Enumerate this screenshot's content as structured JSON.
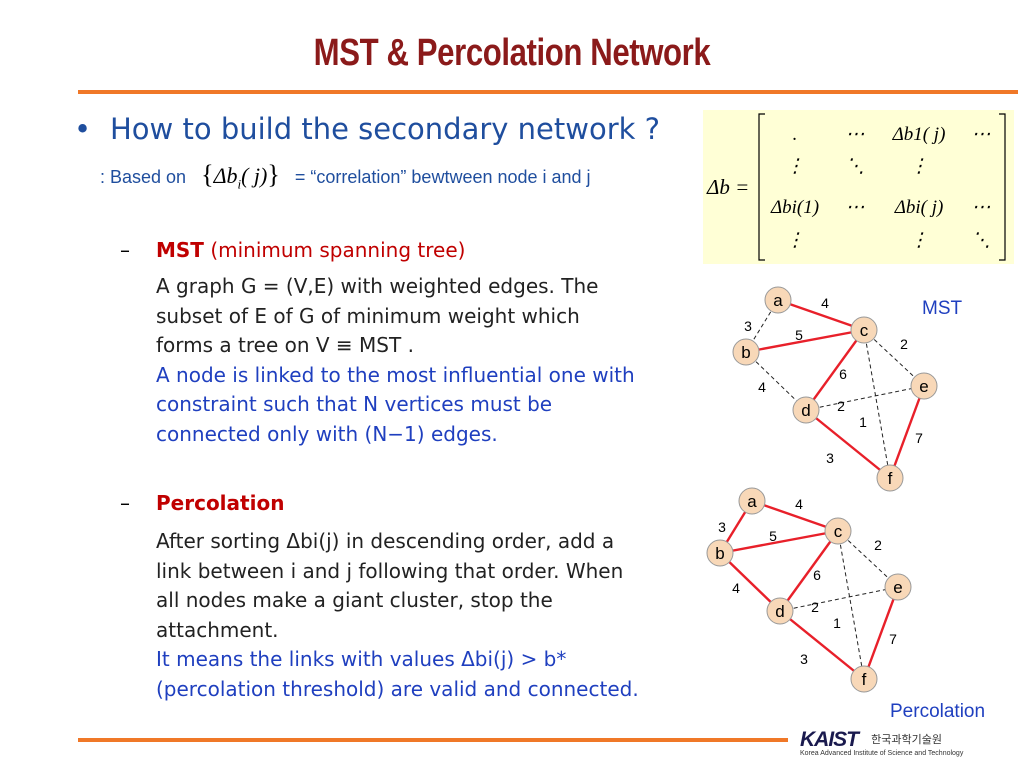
{
  "title": "MST & Percolation Network",
  "bullet_symbol": "•",
  "heading": "How to build the secondary network ?",
  "based_on": {
    "prefix": ": Based on",
    "formula": "Δbi( j)",
    "suffix": "= “correlation” bewtween node i and j"
  },
  "matrix": {
    "lhs": "Δb =",
    "rows": [
      [
        ".",
        "⋯",
        "Δb1( j)",
        "⋯"
      ],
      [
        "⋮",
        "⋱",
        "⋮",
        ""
      ],
      [
        "Δbi(1)",
        "⋯",
        "Δbi( j)",
        "⋯"
      ],
      [
        "⋮",
        "",
        "⋮",
        "⋱"
      ]
    ]
  },
  "mst": {
    "dash": "–",
    "title_bold": "MST",
    "title_rest": "(minimum spanning tree)",
    "lines_black": [
      "A graph G = (V,E) with weighted edges. The",
      "subset of E of G of minimum weight which",
      "forms a tree on V  ≡ MST ."
    ],
    "lines_blue": [
      "A node is linked to the most influential one with",
      "constraint such that N vertices must be",
      "connected only with (N−1) edges."
    ]
  },
  "percolation": {
    "dash": "–",
    "title_bold": "Percolation",
    "lines_black": [
      "After sorting Δbi(j) in descending order, add a",
      "link between i and j following that order. When",
      "all nodes make a giant cluster, stop the",
      "attachment."
    ],
    "lines_blue": [
      "It means the links with values Δbi(j) > b*",
      "(percolation threshold) are valid and connected."
    ]
  },
  "graphs": [
    {
      "caption": "MST",
      "nodes": [
        "a",
        "b",
        "c",
        "d",
        "e",
        "f"
      ],
      "edges": [
        {
          "from": "a",
          "to": "b",
          "weight": "3",
          "style": "dashed"
        },
        {
          "from": "a",
          "to": "c",
          "weight": "4",
          "style": "solid"
        },
        {
          "from": "b",
          "to": "c",
          "weight": "5",
          "style": "solid"
        },
        {
          "from": "b",
          "to": "d",
          "weight": "4",
          "style": "dashed"
        },
        {
          "from": "c",
          "to": "d",
          "weight": "6",
          "style": "solid"
        },
        {
          "from": "c",
          "to": "e",
          "weight": "2",
          "style": "dashed"
        },
        {
          "from": "c",
          "to": "f",
          "weight": "1",
          "style": "dashed"
        },
        {
          "from": "d",
          "to": "e",
          "weight": "2",
          "style": "dashed"
        },
        {
          "from": "d",
          "to": "f",
          "weight": "3",
          "style": "solid"
        },
        {
          "from": "e",
          "to": "f",
          "weight": "7",
          "style": "solid"
        }
      ]
    },
    {
      "caption": "Percolation",
      "nodes": [
        "a",
        "b",
        "c",
        "d",
        "e",
        "f"
      ],
      "edges": [
        {
          "from": "a",
          "to": "b",
          "weight": "3",
          "style": "solid"
        },
        {
          "from": "a",
          "to": "c",
          "weight": "4",
          "style": "solid"
        },
        {
          "from": "b",
          "to": "c",
          "weight": "5",
          "style": "solid"
        },
        {
          "from": "b",
          "to": "d",
          "weight": "4",
          "style": "solid"
        },
        {
          "from": "c",
          "to": "d",
          "weight": "6",
          "style": "solid"
        },
        {
          "from": "c",
          "to": "e",
          "weight": "2",
          "style": "dashed"
        },
        {
          "from": "c",
          "to": "f",
          "weight": "1",
          "style": "dashed"
        },
        {
          "from": "d",
          "to": "e",
          "weight": "2",
          "style": "dashed"
        },
        {
          "from": "d",
          "to": "f",
          "weight": "3",
          "style": "solid"
        },
        {
          "from": "e",
          "to": "f",
          "weight": "7",
          "style": "solid"
        }
      ]
    }
  ],
  "colors": {
    "title": "#8b1a1a",
    "accent_line": "#f07828",
    "heading_blue": "#1f4e9e",
    "text_blue": "#1f3fbf",
    "highlight_red": "#c00000",
    "edge_red": "#e8202a",
    "node_fill": "#f8d8b8"
  },
  "footer": {
    "logo": "KAIST",
    "korean_name": "한국과학기술원",
    "english_name": "Korea Advanced Institute of Science and Technology"
  }
}
